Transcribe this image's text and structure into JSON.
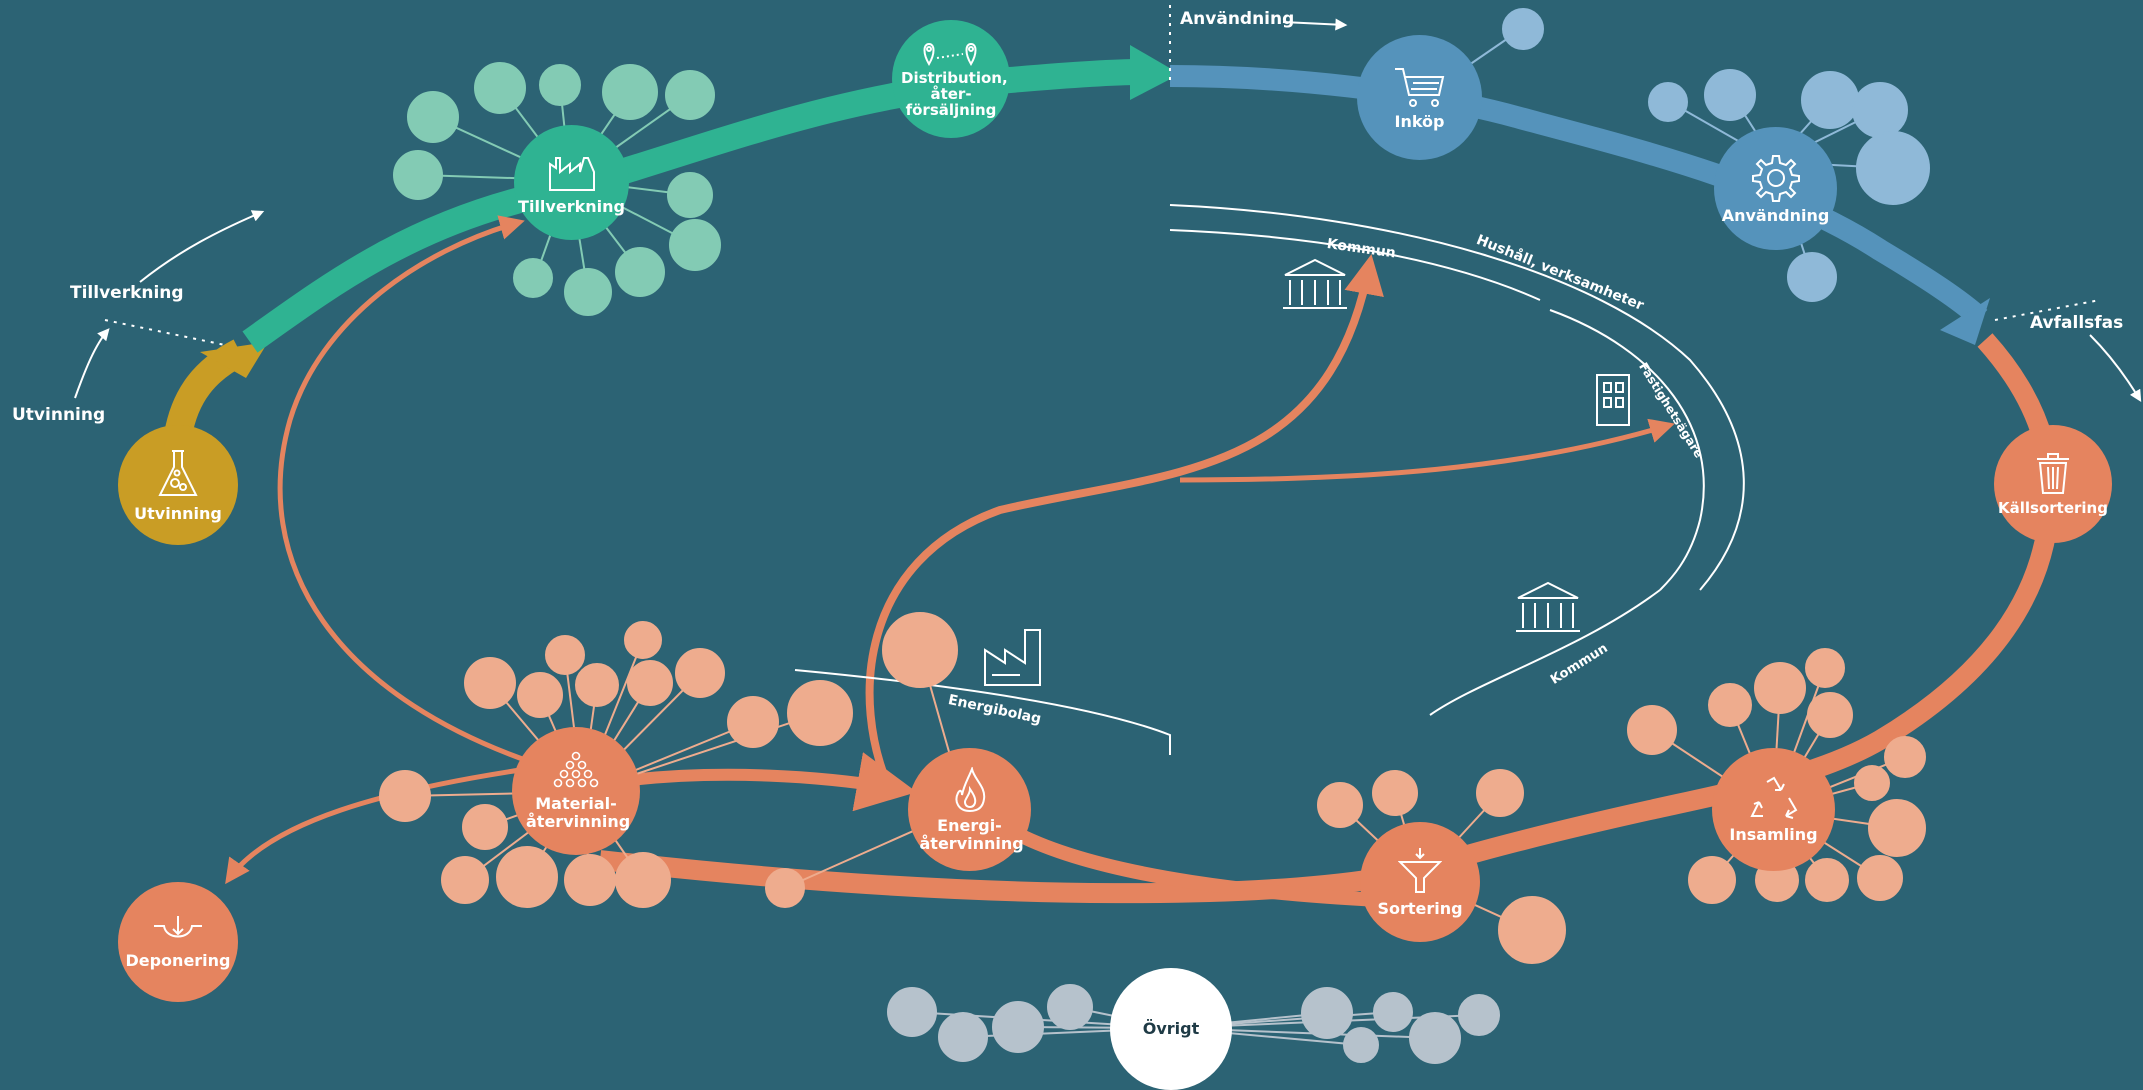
{
  "colors": {
    "background": "#2c6374",
    "extraction": "#c99d25",
    "production": "#2fb392",
    "production_light": "#83cbb4",
    "use": "#5593bb",
    "use_light": "#8fb9d8",
    "waste": "#e5845f",
    "waste_light": "#eeac8e",
    "other": "#ffffff",
    "other_light": "#b6c2cc"
  },
  "phase_labels": {
    "utvinning": "Utvinning",
    "tillverkning": "Tillverkning",
    "anvandning": "Användning",
    "avfallsfas": "Avfallsfas"
  },
  "nodes": {
    "utvinning": {
      "label": "Utvinning",
      "icon": "flask-icon"
    },
    "tillverkning": {
      "label": "Tillverkning",
      "icon": "factory-icon"
    },
    "distribution": {
      "label": "Distribution, åter- försäljning",
      "icon": "map-pins-icon"
    },
    "inkop": {
      "label": "Inköp",
      "icon": "shopping-cart-icon"
    },
    "anvandning": {
      "label": "Användning",
      "icon": "gear-icon"
    },
    "kallsortering": {
      "label": "Källsortering",
      "icon": "trash-bin-icon"
    },
    "insamling": {
      "label": "Insamling",
      "icon": "recycle-icon"
    },
    "sortering": {
      "label": "Sortering",
      "icon": "funnel-icon"
    },
    "energiatervinning": {
      "label": "Energi- återvinning",
      "icon": "flame-icon"
    },
    "materialatervinning": {
      "label": "Material- återvinning",
      "icon": "pellets-icon"
    },
    "deponering": {
      "label": "Deponering",
      "icon": "landfill-icon"
    },
    "ovrigt": {
      "label": "Övrigt",
      "icon": ""
    }
  },
  "actor_labels": {
    "kommun_top": "Kommun",
    "hushall": "Hushåll, verksamheter",
    "fastighetsagare": "Fastighetsägare",
    "kommun_bottom": "Kommun",
    "energibolag": "Energibolag"
  },
  "actor_icons": [
    "municipal-building-icon",
    "apartment-building-icon",
    "municipal-building-icon",
    "power-plant-icon"
  ]
}
